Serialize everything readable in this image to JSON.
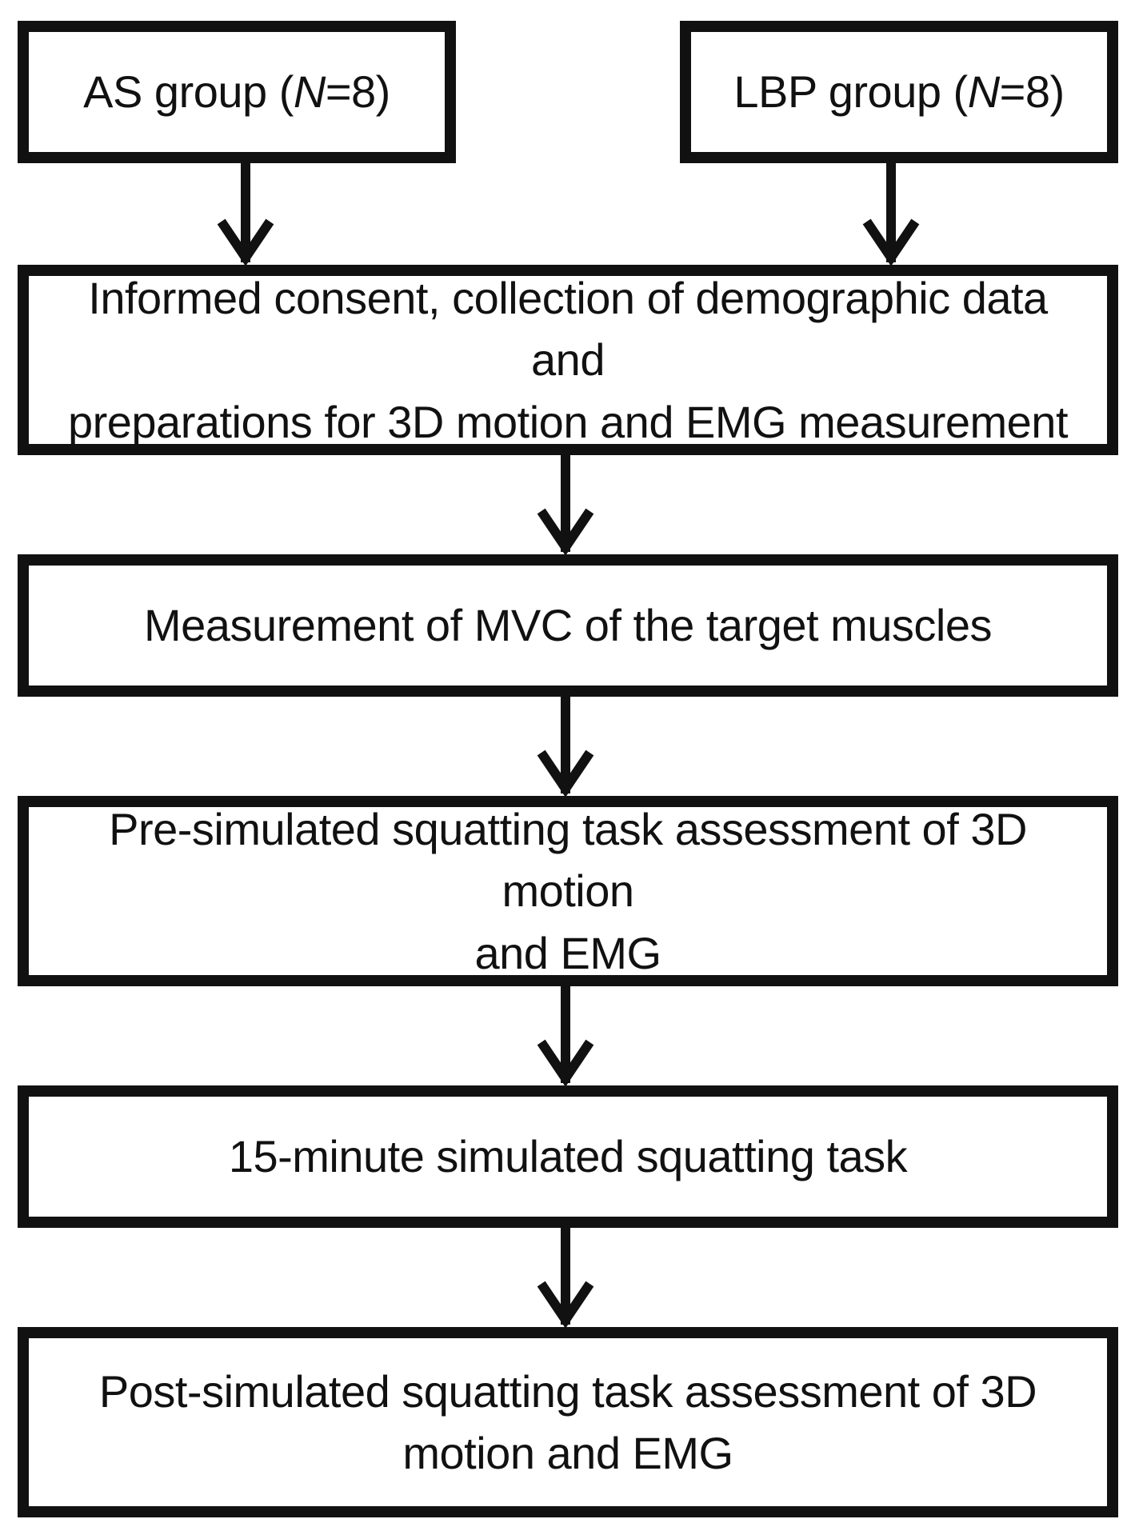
{
  "groups": {
    "as": {
      "prefix": "AS group (",
      "n": "N",
      "suffix": "=8)"
    },
    "lbp": {
      "prefix": "LBP group (",
      "n": "N",
      "suffix": "=8)"
    }
  },
  "steps": {
    "consent": [
      "Informed consent, collection of demographic data and",
      "preparations for 3D motion and EMG measurement"
    ],
    "mvc": [
      "Measurement of MVC of the target muscles"
    ],
    "pre": [
      "Pre-simulated squatting task assessment of 3D motion",
      "and EMG"
    ],
    "task": [
      "15-minute simulated squatting task"
    ],
    "post": [
      "Post-simulated squatting task assessment of 3D",
      "motion and EMG"
    ]
  },
  "colors": {
    "stroke": "#111111",
    "background": "#ffffff",
    "stray_dot": "#4a4ab8"
  }
}
